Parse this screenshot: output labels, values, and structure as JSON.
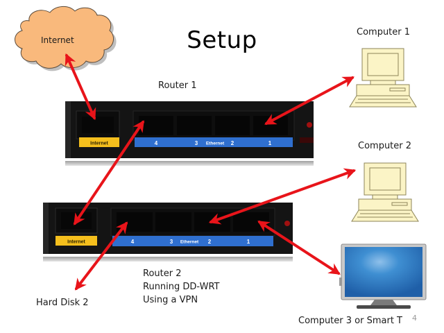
{
  "slide": {
    "title": "Setup",
    "page_number": "4"
  },
  "nodes": {
    "internet": {
      "label": "Internet",
      "fill": "#f9b97c"
    },
    "router1": {
      "label": "Router 1",
      "wan_label": "Internet",
      "ports": [
        "4",
        "3",
        "2",
        "1"
      ],
      "ethernet_label": "Ethernet"
    },
    "router2": {
      "label_lines": [
        "Router 2",
        "Running DD-WRT",
        "Using a VPN"
      ],
      "wan_label": "Internet",
      "ports": [
        "4",
        "3",
        "2",
        "1"
      ],
      "ethernet_label": "Ethernet"
    },
    "computer1": {
      "label": "Computer 1"
    },
    "computer2": {
      "label": "Computer 2"
    },
    "computer3": {
      "label": "Computer 3 or Smart T"
    },
    "harddisk": {
      "label": "Hard Disk 2"
    }
  },
  "connections": [
    {
      "from": "internet",
      "to": "router1-wan"
    },
    {
      "from": "router1-port1",
      "to": "computer1"
    },
    {
      "from": "router1-port4",
      "to": "router2-wan"
    },
    {
      "from": "router2-port2",
      "to": "computer2"
    },
    {
      "from": "router2-port1",
      "to": "computer3"
    },
    {
      "from": "router2-port4",
      "to": "harddisk"
    }
  ],
  "colors": {
    "arrow": "#e8141a",
    "wan_tag": "#f5bf1d",
    "ethernet_bar": "#2f6fcf",
    "router_body": "#141414",
    "computer_fill": "#fbf4c6",
    "computer_stroke": "#8c8458",
    "tv_screen": "#2f7fc4"
  }
}
